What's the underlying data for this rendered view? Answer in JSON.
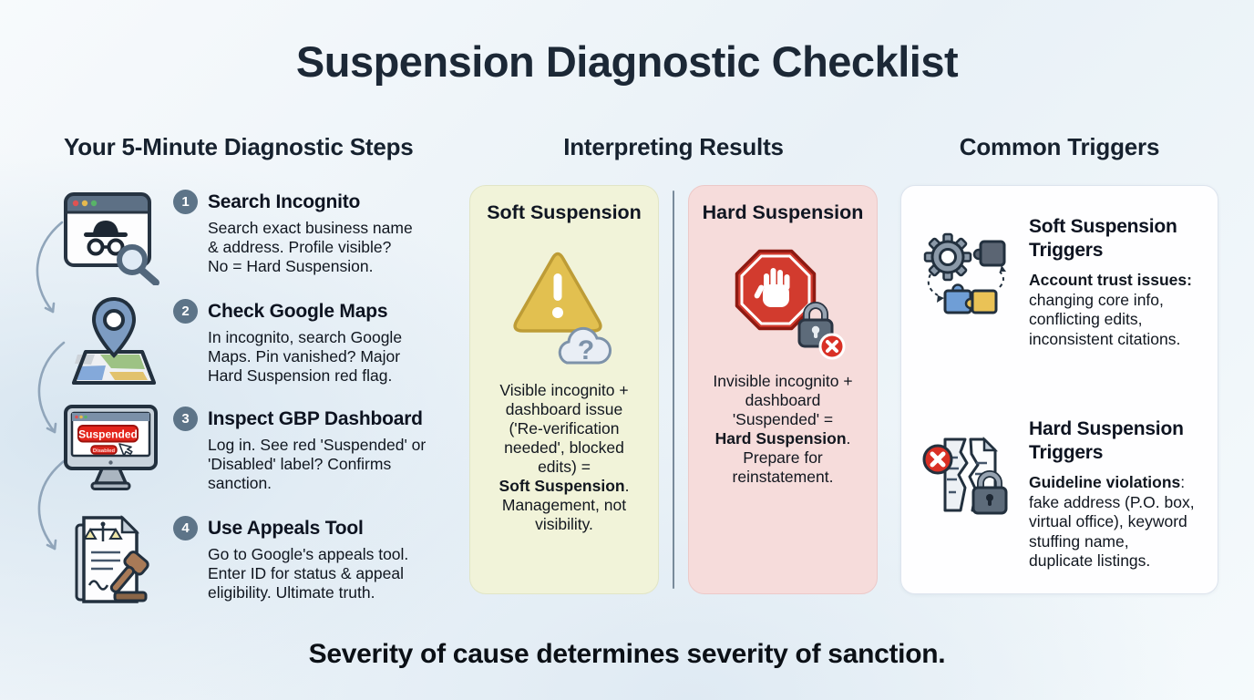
{
  "title": "Suspension Diagnostic Checklist",
  "footer": "Severity of cause determines severity of sanction.",
  "steps": {
    "heading": "Your 5-Minute Diagnostic Steps",
    "items": [
      {
        "number": "1",
        "title": "Search Incognito",
        "description": "Search exact business name\n& address. Profile visible?\nNo = Hard Suspension.",
        "icon": "incognito-browser-icon"
      },
      {
        "number": "2",
        "title": "Check Google Maps",
        "description": "In incognito, search Google\nMaps. Pin vanished? Major\nHard Suspension red flag.",
        "icon": "map-pin-icon"
      },
      {
        "number": "3",
        "title": "Inspect GBP Dashboard",
        "description": "Log in. See red 'Suspended' or\n'Disabled' label? Confirms\nsanction.",
        "icon": "suspended-monitor-icon"
      },
      {
        "number": "4",
        "title": "Use Appeals Tool",
        "description": "Go to Google's appeals tool.\nEnter ID for status & appeal\neligibility. Ultimate truth.",
        "icon": "appeals-gavel-icon"
      }
    ]
  },
  "results": {
    "heading": "Interpreting Results",
    "soft": {
      "title": "Soft Suspension",
      "icon": "warning-cloud-icon",
      "text_before": "Visible incognito +\ndashboard issue\n('Re-verification\nneeded', blocked\nedits) =",
      "text_bold": "Soft Suspension",
      "bold_tail": ".",
      "text_after": "Management, not\nvisibility."
    },
    "hard": {
      "title": "Hard Suspension",
      "icon": "stop-hand-lock-icon",
      "text_before": "Invisible incognito +\ndashboard\n'Suspended' =",
      "text_bold": "Hard Suspension",
      "bold_tail": ".",
      "text_after": "Prepare for\nreinstatement."
    }
  },
  "triggers": {
    "heading": "Common Triggers",
    "items": [
      {
        "title": "Soft Suspension\nTriggers",
        "lead": "Account trust issues:",
        "rest": "\nchanging core info,\nconflicting edits,\ninconsistent citations.",
        "icon": "gears-puzzle-icon"
      },
      {
        "title": "Hard Suspension\nTriggers",
        "lead": "Guideline violations",
        "rest": ":\nfake address (P.O. box,\nvirtual office), keyword\nstuffing name,\nduplicate listings.",
        "icon": "torn-document-lock-icon"
      }
    ]
  },
  "monitor_labels": {
    "badge_large": "Suspended",
    "badge_small": "Disabled"
  },
  "colors": {
    "accent_red": "#d93025",
    "soft_card_bg": "#f1f3d9",
    "hard_card_bg": "#f6dcdb",
    "badge_circle": "#5d7488",
    "title_text": "#1c2836"
  }
}
